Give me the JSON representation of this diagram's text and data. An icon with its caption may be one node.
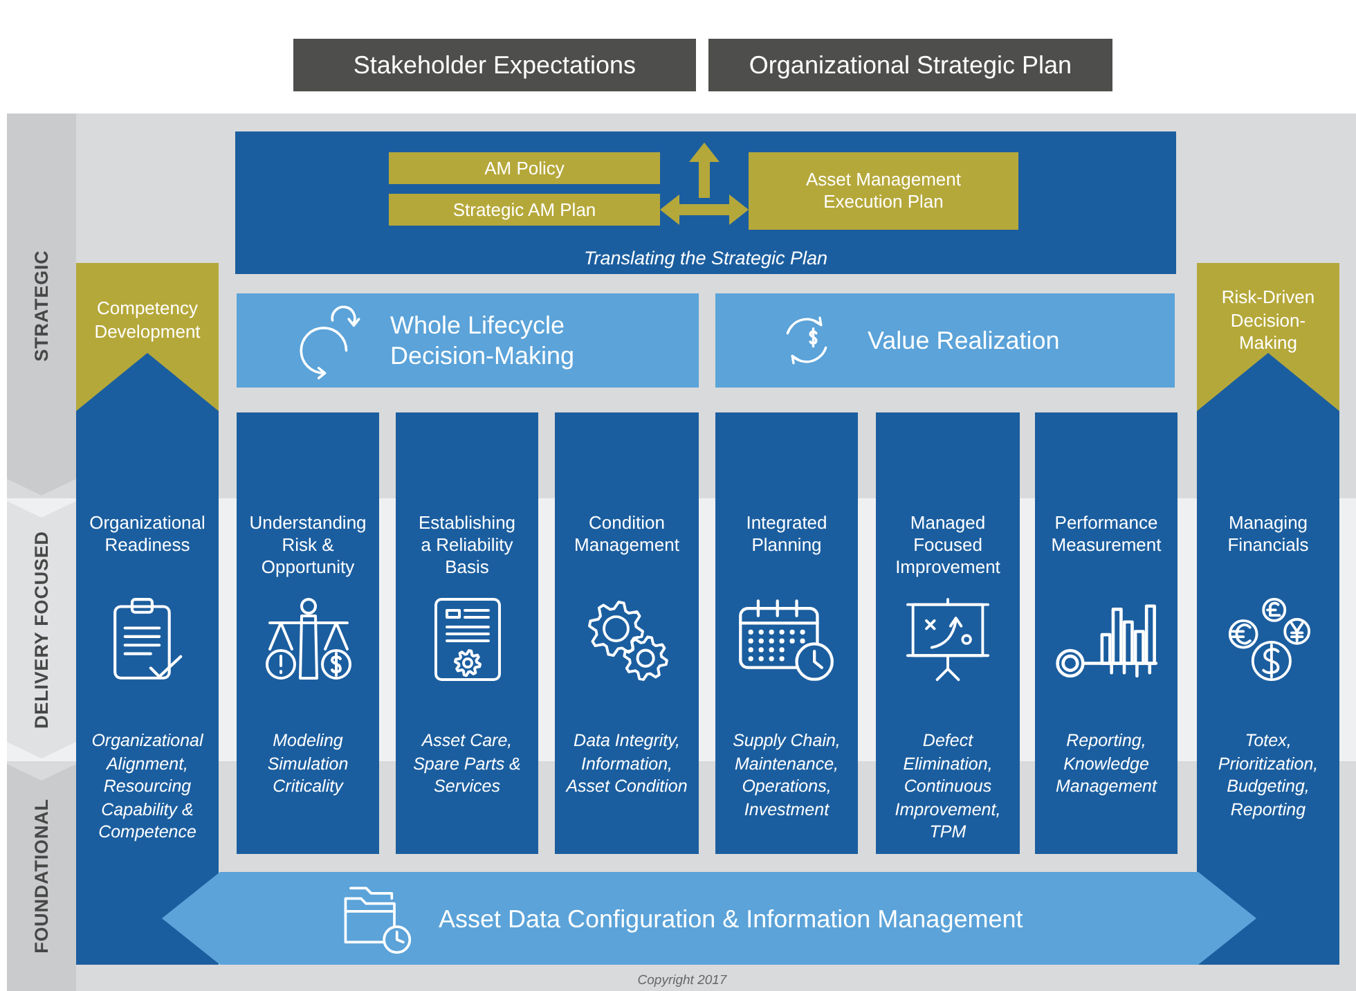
{
  "diagram": {
    "nodes": [
      {
        "text": [
          "Stakeholder Expectations"
        ]
      },
      {
        "text": [
          "Organizational Strategic Plan"
        ]
      },
      {
        "text": [
          "STRATEGIC"
        ]
      },
      {
        "text": [
          "Translating the Strategic Plan"
        ]
      },
      {
        "text": [
          "AM Policy"
        ],
        "in": 3
      },
      {
        "text": [
          "Strategic AM Plan"
        ],
        "in": 3
      },
      {
        "text": [
          "Asset Management Execution Plan"
        ],
        "in": 3
      },
      {
        "text": [
          "Competency Development"
        ]
      },
      {
        "text": [
          "Whole Lifecycle Decision-Making"
        ]
      },
      {
        "text": [
          "Value Realization"
        ]
      },
      {
        "text": [
          "Risk-Driven Decision-Making"
        ]
      },
      {
        "text": [
          "DELIVERY FOCUSED"
        ]
      },
      {
        "text": [
          "Organizational Readiness",
          "Organizational Alignment, Resourcing Capability & Competence"
        ]
      },
      {
        "text": [
          "Understanding Risk & Opportunity",
          "Modeling Simulation Criticality"
        ]
      },
      {
        "text": [
          "Establishing a Reliability Basis",
          "Asset Care, Spare Parts & Services"
        ]
      },
      {
        "text": [
          "Condition Management",
          "Data Integrity, Information, Asset Condition"
        ]
      },
      {
        "text": [
          "Integrated Planning",
          "Supply Chain, Maintenance, Operations, Investment"
        ]
      },
      {
        "text": [
          "Managed Focused Improvement",
          "Defect Elimination, Continuous Improvement, TPM"
        ]
      },
      {
        "text": [
          "Performance Measurement",
          "Reporting, Knowledge Management"
        ]
      },
      {
        "text": [
          "Managing Financials",
          "Totex, Prioritization, Budgeting, Reporting"
        ]
      },
      {
        "text": [
          "FOUNDATIONAL"
        ]
      },
      {
        "text": [
          "Asset Data Configuration & Information Management"
        ]
      }
    ],
    "edges": [
      {
        "from": 5,
        "to": 6,
        "arrow": "both"
      }
    ],
    "labels": [
      "Copyright 2017"
    ]
  }
}
